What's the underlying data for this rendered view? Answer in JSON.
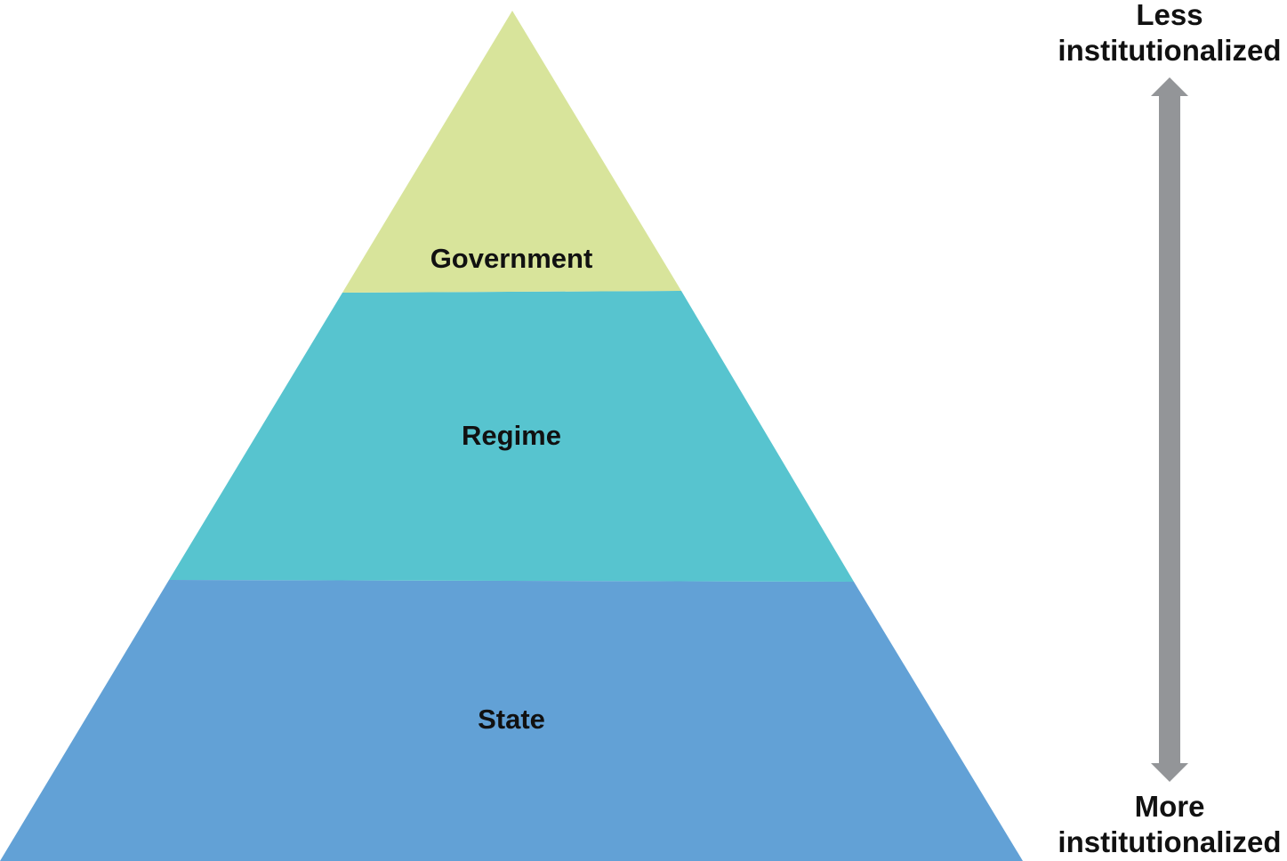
{
  "pyramid": {
    "layers": [
      {
        "id": "government",
        "label": "Government",
        "color": "#d8e49b"
      },
      {
        "id": "regime",
        "label": "Regime",
        "color": "#57c4cf"
      },
      {
        "id": "state",
        "label": "State",
        "color": "#62a1d6"
      }
    ]
  },
  "scale": {
    "top_label": {
      "line1": "Less",
      "line2": "institutionalized"
    },
    "bottom_label": {
      "line1": "More",
      "line2": "institutionalized"
    },
    "arrow": {
      "direction": "bidirectional-vertical",
      "color": "#939598"
    }
  }
}
